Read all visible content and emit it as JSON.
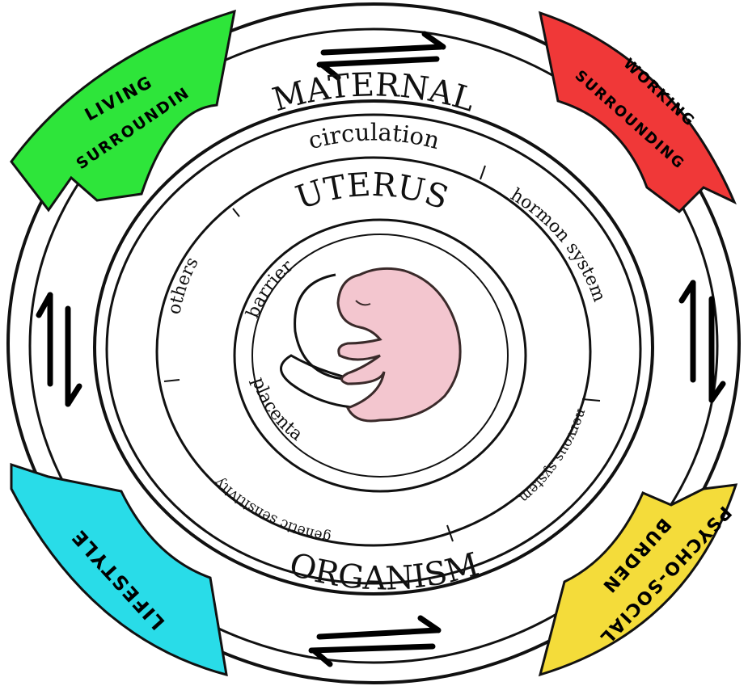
{
  "rings": {
    "maternal": "MATERNAL",
    "circulation": "circulation",
    "uterus": "UTERUS",
    "organism": "ORGANISM"
  },
  "labels": {
    "barrier": "barrier",
    "placenta": "placenta",
    "others": "others",
    "hormon_system": "hormon system",
    "nervous_system": "nervous system",
    "genetic_sensitivity": "genetic sensitivity"
  },
  "corners": {
    "living_1": "LIVING",
    "living_2": "SURROUNDINGS",
    "working_1": "WORKING",
    "working_2": "SURROUNDINGS",
    "lifestyle": "LIFESTYLE",
    "psycho_1": "PSYCHO-SOCIAL",
    "psycho_2": "BURDEN"
  },
  "colors": {
    "living": "#2ee53a",
    "working": "#f03838",
    "lifestyle": "#29dce8",
    "psycho": "#f4dc3a",
    "embryo": "#f3c6cf"
  }
}
